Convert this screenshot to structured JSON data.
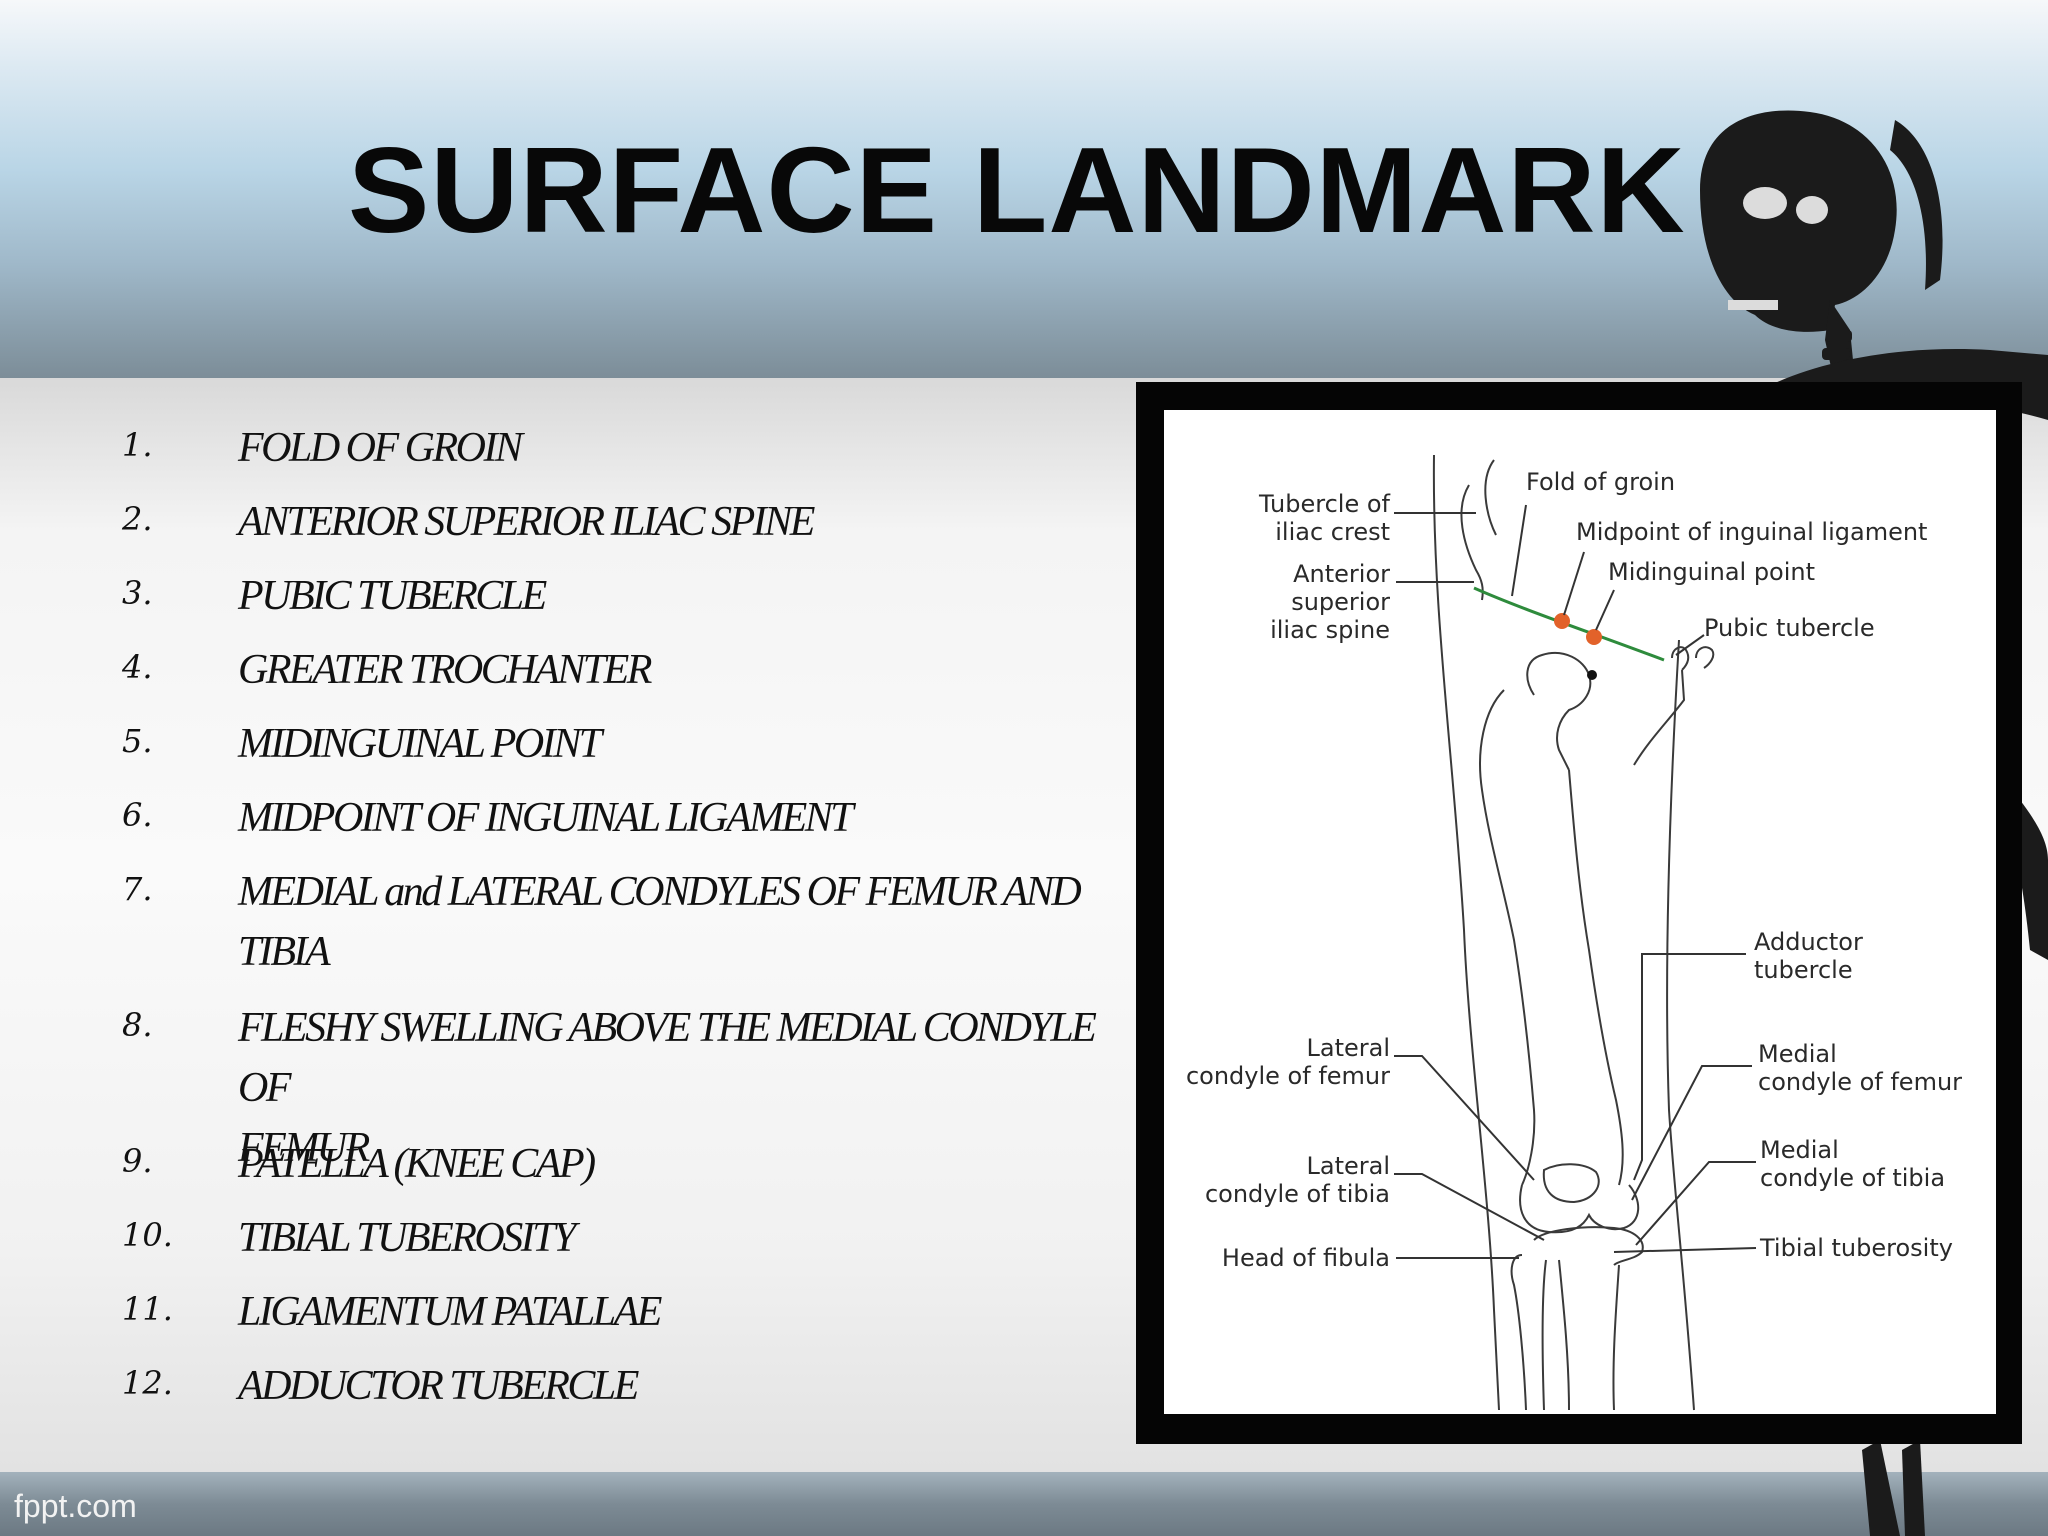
{
  "slide": {
    "title": "SURFACE LANDMARK",
    "footer": "fppt.com",
    "colors": {
      "header_top": "#f6f8fa",
      "header_mid": "#b9d5e6",
      "header_bottom": "#7c8d98",
      "text": "#080808",
      "groin_line": "#2e8b3c",
      "point_marker": "#e2622a"
    },
    "decor_icon": "skeleton-figure"
  },
  "landmarks": [
    {
      "num": "1.",
      "text": "FOLD OF GROIN"
    },
    {
      "num": "2.",
      "text": "ANTERIOR SUPERIOR ILIAC SPINE"
    },
    {
      "num": "3.",
      "text": "PUBIC TUBERCLE"
    },
    {
      "num": "4.",
      "text": "GREATER TROCHANTER"
    },
    {
      "num": "5.",
      "text": "MIDINGUINAL POINT"
    },
    {
      "num": "6.",
      "text": "MIDPOINT OF INGUINAL LIGAMENT"
    },
    {
      "num": "7.",
      "text": "MEDIAL and LATERAL CONDYLES OF FEMUR AND\nTIBIA"
    },
    {
      "num": "8.",
      "text": "FLESHY SWELLING ABOVE THE MEDIAL CONDYLE OF\nFEMUR"
    },
    {
      "num": "9.",
      "text": "PATELLA (KNEE CAP)"
    },
    {
      "num": "10.",
      "text": "TIBIAL TUBEROSITY"
    },
    {
      "num": "11.",
      "text": "LIGAMENTUM PATALLAE"
    },
    {
      "num": "12.",
      "text": "ADDUCTOR TUBERCLE"
    }
  ],
  "figure": {
    "labels_left": {
      "tubercle_1": "Tubercle of",
      "tubercle_2": "iliac crest",
      "asis_1": "Anterior",
      "asis_2": "superior",
      "asis_3": "iliac spine",
      "lat_femur_1": "Lateral",
      "lat_femur_2": "condyle of femur",
      "lat_tibia_1": "Lateral",
      "lat_tibia_2": "condyle of tibia",
      "fibula": "Head of fibula"
    },
    "labels_right": {
      "groin": "Fold of groin",
      "midpoint": "Midpoint of inguinal ligament",
      "midinguinal": "Midinguinal point",
      "pubic": "Pubic tubercle",
      "adductor_1": "Adductor",
      "adductor_2": "tubercle",
      "med_femur_1": "Medial",
      "med_femur_2": "condyle of femur",
      "med_tibia_1": "Medial",
      "med_tibia_2": "condyle of tibia",
      "tib_tub": "Tibial tuberosity"
    }
  }
}
